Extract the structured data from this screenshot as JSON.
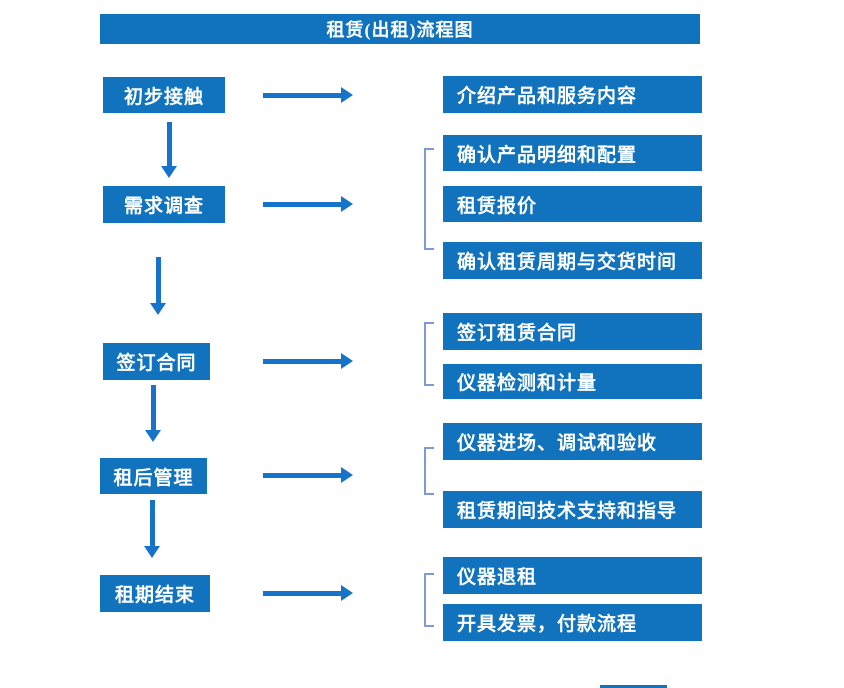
{
  "title": "租赁(出租)流程图",
  "colors": {
    "box_blue": "#1173BE",
    "arrow_blue": "#1573C9",
    "bracket_blue": "#7D9AD1",
    "text_white": "#FFFFFF",
    "background": "#FFFFFF"
  },
  "steps": [
    {
      "label": "初步接触",
      "details": [
        "介绍产品和服务内容"
      ]
    },
    {
      "label": "需求调查",
      "details": [
        "确认产品明细和配置",
        "租赁报价",
        "确认租赁周期与交货时间"
      ]
    },
    {
      "label": "签订合同",
      "details": [
        "签订租赁合同",
        "仪器检测和计量"
      ]
    },
    {
      "label": "租后管理",
      "details": [
        "仪器进场、调试和验收",
        "租赁期间技术支持和指导"
      ]
    },
    {
      "label": "租期结束",
      "details": [
        "仪器退租",
        "开具发票，付款流程"
      ]
    }
  ]
}
